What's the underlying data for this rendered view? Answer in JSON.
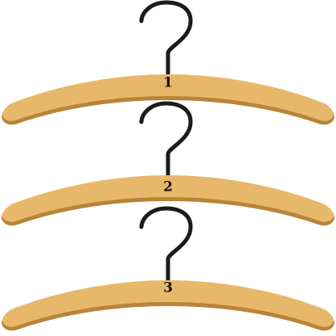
{
  "colors": {
    "background": "#ffffff",
    "wood_fill": "#e8b86a",
    "wood_edge": "#b8843a",
    "hook": "#1c1c1c",
    "label": "#111111"
  },
  "hangers": [
    {
      "label": "1"
    },
    {
      "label": "2"
    },
    {
      "label": "3"
    }
  ]
}
